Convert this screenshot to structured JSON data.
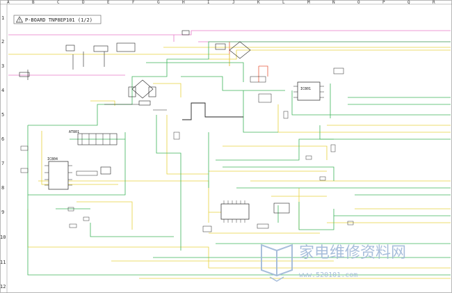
{
  "title": "P-BOARD TNP8EP101 (1/2)",
  "warning_icon": "warning-triangle-icon",
  "col_labels": [
    "A",
    "B",
    "C",
    "D",
    "E",
    "F",
    "G",
    "H",
    "I",
    "J",
    "K",
    "L",
    "M",
    "N",
    "O",
    "P",
    "Q",
    "R"
  ],
  "row_labels": [
    "1",
    "2",
    "3",
    "4",
    "5",
    "6",
    "7",
    "8",
    "9",
    "10",
    "11",
    "12"
  ],
  "chips": [
    "AT801",
    "IC804",
    "IC801"
  ],
  "watermark": {
    "chinese": "家电维修资料网",
    "url": "www.520101.com",
    "logo": "book-logo-icon"
  },
  "colors": {
    "wire_green": "#3cb45a",
    "wire_yellow": "#e6d23c",
    "wire_pink": "#e678c8",
    "wire_red": "#e65a3c",
    "wire_black": "#222222",
    "watermark": "#9fb8d8"
  }
}
